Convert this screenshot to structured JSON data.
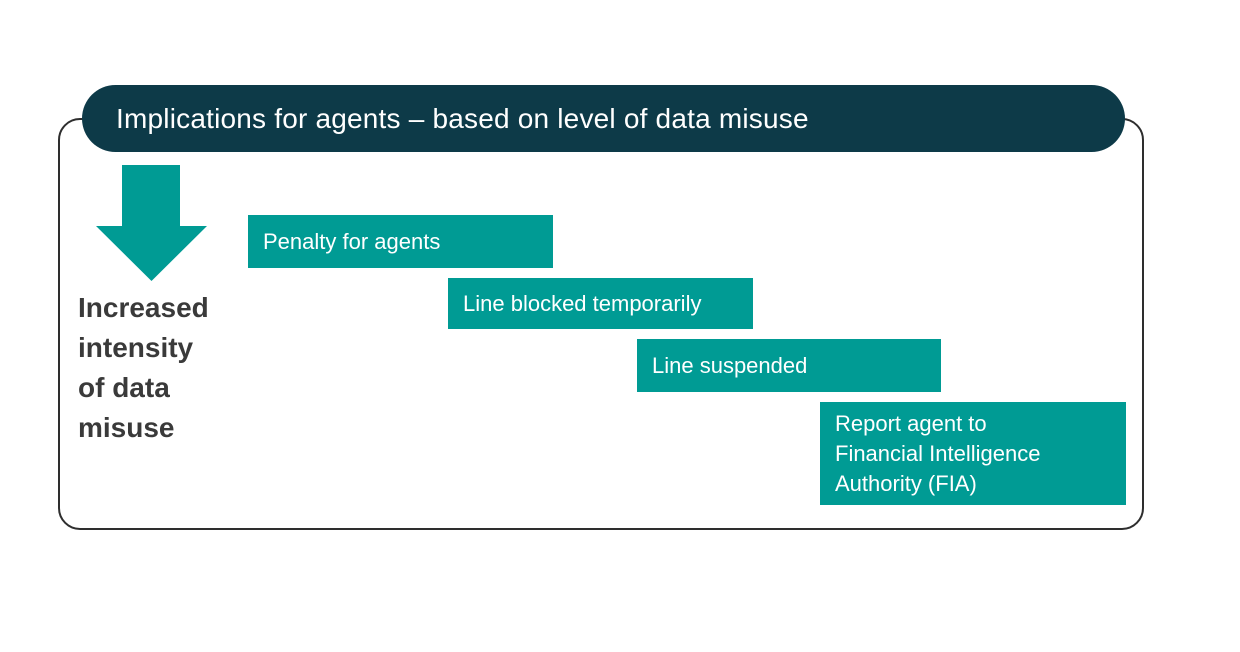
{
  "theme": {
    "banner_bg": "#0d3a48",
    "banner_text": "#ffffff",
    "step_bg": "#009b94",
    "step_text": "#ffffff",
    "arrow_color": "#009b94",
    "frame_border": "#2e2e2e",
    "intensity_text": "#3a3a3a",
    "page_bg": "#ffffff"
  },
  "banner": {
    "title": "Implications for agents – based on level of data misuse"
  },
  "left_axis": {
    "label": "Increased\nintensity\nof data\nmisuse",
    "arrow_icon": "down-block-arrow"
  },
  "steps": [
    {
      "label": "Penalty for agents"
    },
    {
      "label": "Line blocked temporarily"
    },
    {
      "label": "Line suspended"
    },
    {
      "label": "Report agent to\nFinancial Intelligence\nAuthority (FIA)"
    }
  ]
}
